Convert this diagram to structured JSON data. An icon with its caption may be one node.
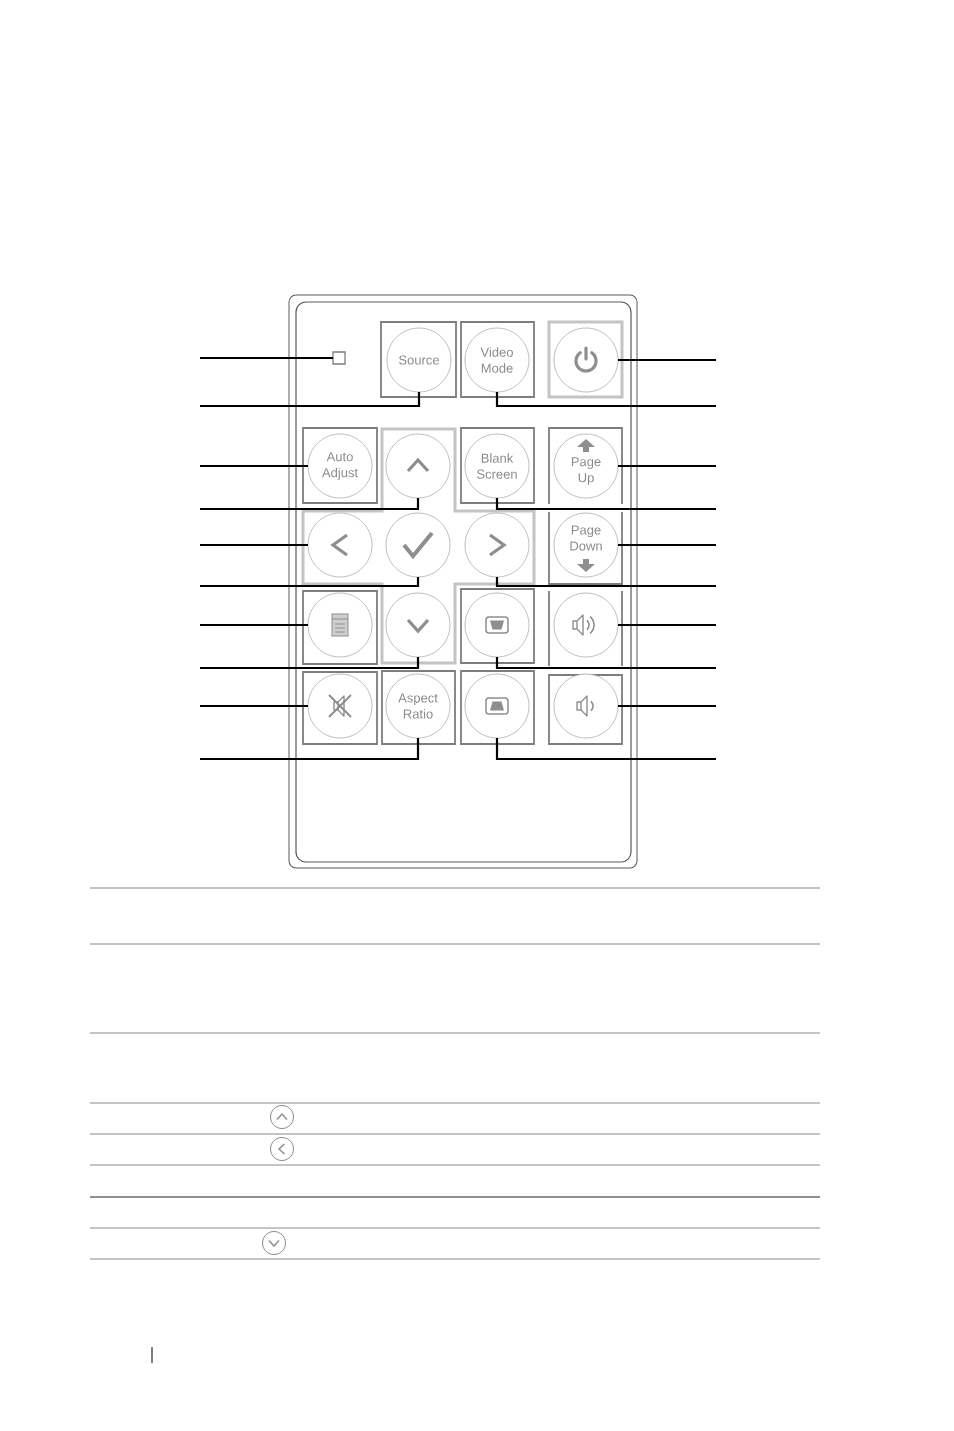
{
  "diagram": {
    "nodes": [
      {
        "text": [],
        "shape": "box"
      },
      {
        "text": [],
        "shape": "box",
        "in": 0
      },
      {
        "text": [
          "Source"
        ],
        "in": 0
      },
      {
        "text": [
          "Video Mode"
        ],
        "in": 0
      },
      {
        "text": [],
        "shape": "circle",
        "in": 0
      },
      {
        "text": [
          "Auto Adjust"
        ],
        "in": 0
      },
      {
        "text": [],
        "shape": "circle",
        "in": 0
      },
      {
        "text": [
          "Blank Screen"
        ],
        "in": 0
      },
      {
        "text": [
          "Page Up"
        ],
        "in": 0
      },
      {
        "text": [],
        "shape": "circle",
        "in": 0
      },
      {
        "text": [],
        "shape": "circle",
        "in": 0
      },
      {
        "text": [],
        "shape": "circle",
        "in": 0
      },
      {
        "text": [
          "Page Down"
        ],
        "in": 0
      },
      {
        "text": [],
        "shape": "circle",
        "in": 0
      },
      {
        "text": [],
        "shape": "circle",
        "in": 0
      },
      {
        "text": [],
        "shape": "circle",
        "in": 0
      },
      {
        "text": [],
        "shape": "circle",
        "in": 0
      },
      {
        "text": [],
        "shape": "circle",
        "in": 0
      },
      {
        "text": [
          "Aspect Ratio"
        ],
        "in": 0
      },
      {
        "text": [],
        "shape": "circle",
        "in": 0
      },
      {
        "text": [],
        "shape": "circle",
        "in": 0
      }
    ],
    "edges": [
      {
        "from": null,
        "to": 1,
        "arrow": "none"
      },
      {
        "from": null,
        "to": 4,
        "arrow": "none"
      },
      {
        "from": null,
        "to": 2,
        "arrow": "none"
      },
      {
        "from": null,
        "to": 3,
        "arrow": "none"
      },
      {
        "from": null,
        "to": 5,
        "arrow": "none"
      },
      {
        "from": null,
        "to": 8,
        "arrow": "none"
      },
      {
        "from": null,
        "to": 6,
        "arrow": "none"
      },
      {
        "from": null,
        "to": 7,
        "arrow": "none"
      },
      {
        "from": null,
        "to": 9,
        "arrow": "none"
      },
      {
        "from": null,
        "to": 12,
        "arrow": "none"
      },
      {
        "from": null,
        "to": 10,
        "arrow": "none"
      },
      {
        "from": null,
        "to": 11,
        "arrow": "none"
      },
      {
        "from": null,
        "to": 13,
        "arrow": "none"
      },
      {
        "from": null,
        "to": 16,
        "arrow": "none"
      },
      {
        "from": null,
        "to": 14,
        "arrow": "none"
      },
      {
        "from": null,
        "to": 15,
        "arrow": "none"
      },
      {
        "from": null,
        "to": 17,
        "arrow": "none"
      },
      {
        "from": null,
        "to": 20,
        "arrow": "none"
      },
      {
        "from": null,
        "to": 18,
        "arrow": "none"
      },
      {
        "from": null,
        "to": 19,
        "arrow": "none"
      }
    ]
  }
}
